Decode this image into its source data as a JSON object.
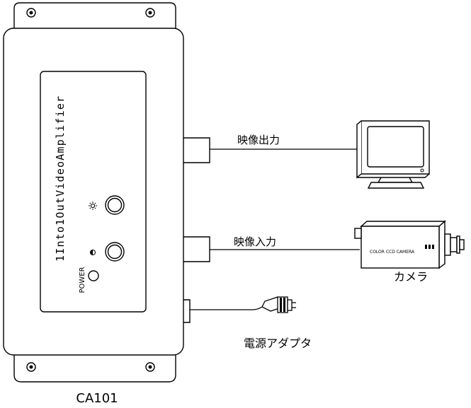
{
  "device": {
    "model": "CA101",
    "panel_text": "1Into1OutVideoAmplifier",
    "power_label": "POWER"
  },
  "connections": {
    "video_out_label": "映像出力",
    "video_in_label": "映像入力",
    "power_adapter_label": "電源アダプタ"
  },
  "camera": {
    "label": "カメラ",
    "body_text": "COLOR CCD CAMERA"
  },
  "icons": {
    "brightness": "sun-icon",
    "contrast": "half-circle-icon"
  }
}
